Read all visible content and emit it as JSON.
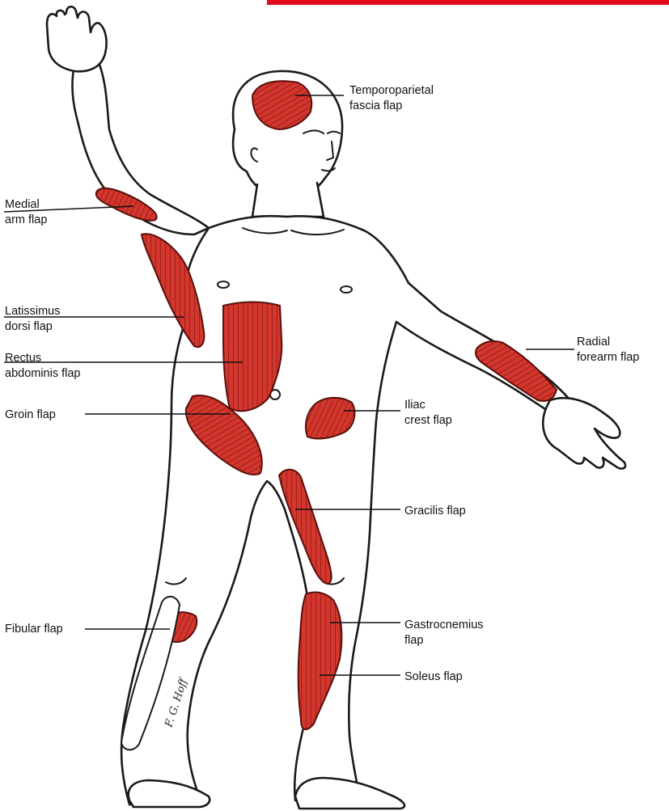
{
  "colors": {
    "flap": "#d2362d",
    "flap_dark": "#7a1410",
    "outline": "#1a1a1a",
    "skin": "#ffffff",
    "top_bar": "#e10b1d"
  },
  "labels": {
    "temporoparietal": "Temporoparietal\nfascia flap",
    "medial_arm": "Medial\narm flap",
    "latissimus": "Latissimus\ndorsi flap",
    "rectus": "Rectus\nabdominis flap",
    "groin": "Groin flap",
    "radial": "Radial\nforearm flap",
    "iliac": "Iliac\ncrest flap",
    "gracilis": "Gracilis flap",
    "fibular": "Fibular flap",
    "gastrocnemius": "Gastrocnemius\nflap",
    "soleus": "Soleus flap"
  },
  "signature": "F. G. Hoff"
}
